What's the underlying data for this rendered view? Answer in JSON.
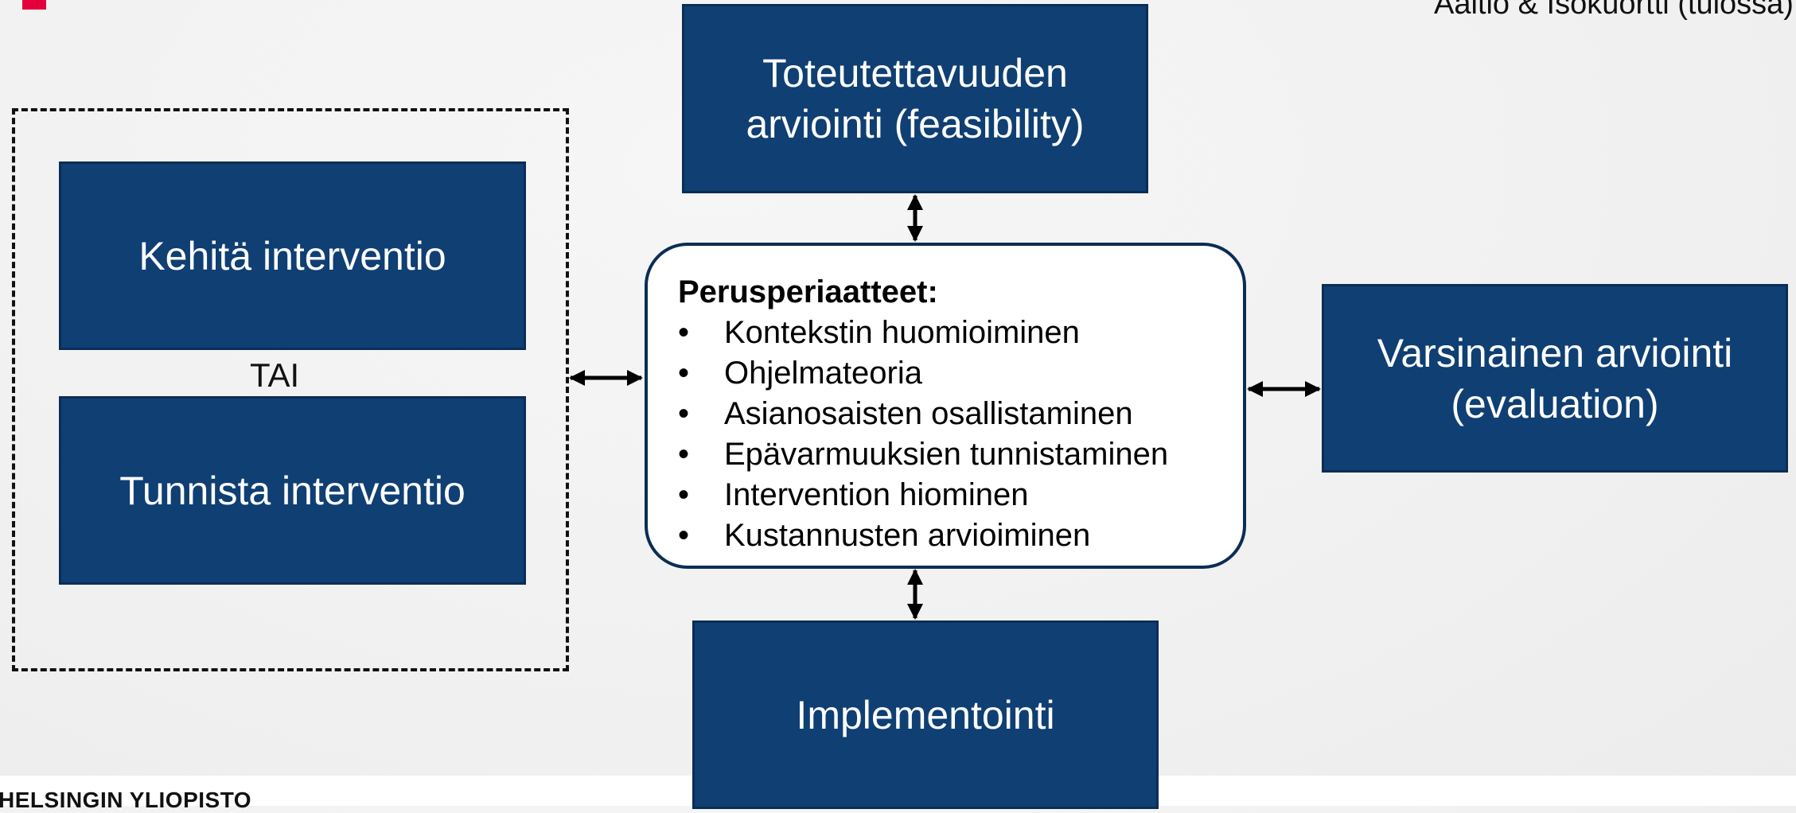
{
  "header": {
    "citation": "Aaltio & Isokuortti (tulossa)"
  },
  "footer": {
    "university": "HELSINGIN YLIOPISTO"
  },
  "diagram": {
    "feasibility_box": "Toteutettavuuden\narviointi (feasibility)",
    "develop_box": "Kehitä interventio",
    "or_label": "TAI",
    "identify_box": "Tunnista interventio",
    "evaluation_box": "Varsinainen arviointi\n(evaluation)",
    "implementation_box": "Implementointi",
    "principles": {
      "heading": "Perusperiaatteet:",
      "bullet": "•",
      "items": [
        "Kontekstin huomioiminen",
        "Ohjelmateoria",
        "Asianosaisten osallistaminen",
        "Epävarmuuksien tunnistaminen",
        "Intervention hiominen",
        "Kustannusten arvioiminen"
      ]
    }
  },
  "colors": {
    "box_fill": "#0f3f73",
    "box_border": "#0b2d55",
    "logo_red": "#e4003b"
  }
}
